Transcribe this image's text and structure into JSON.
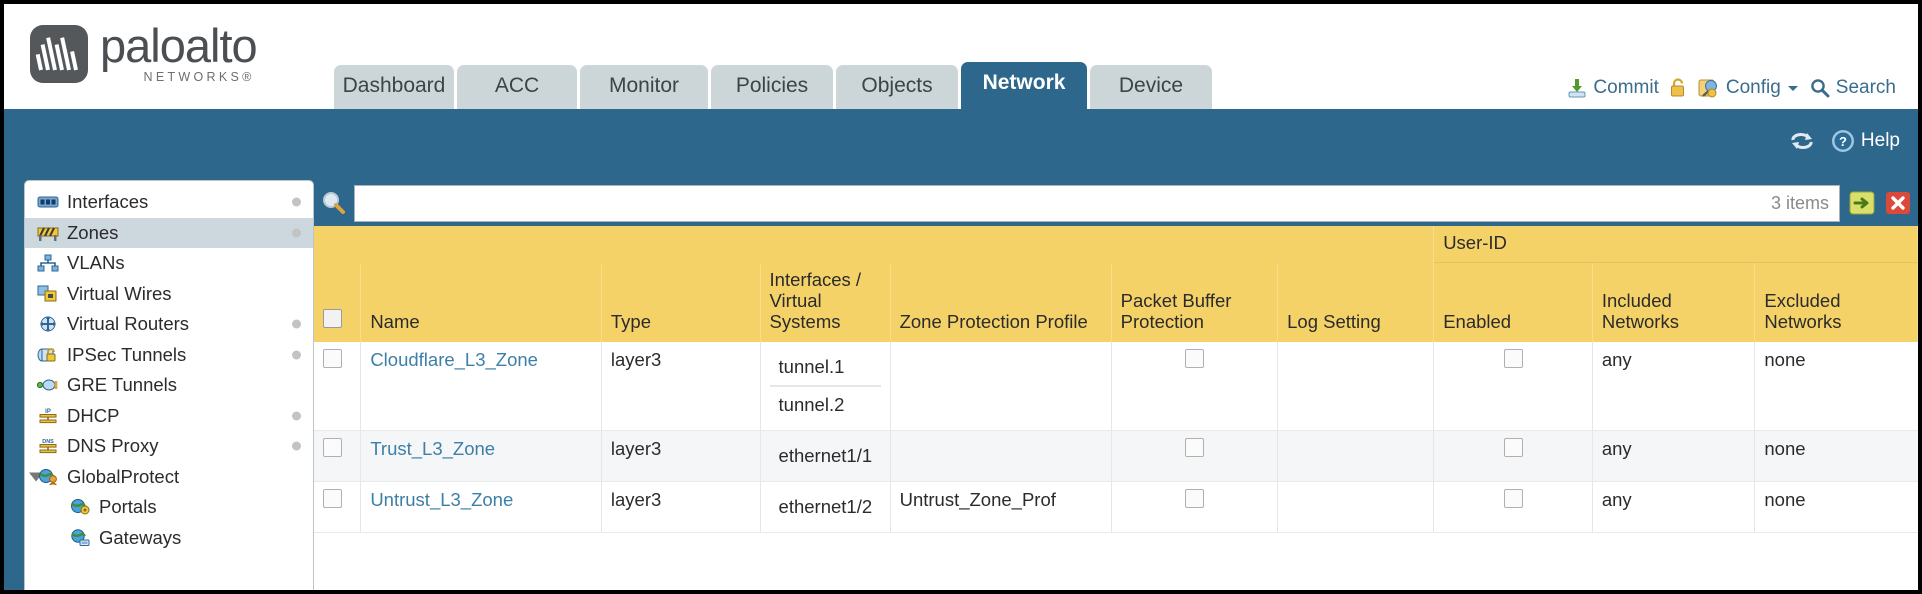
{
  "brand": {
    "name": "paloalto",
    "sub": "NETWORKS®"
  },
  "tabs": [
    {
      "label": "Dashboard",
      "active": false,
      "width": 120
    },
    {
      "label": "ACC",
      "active": false,
      "width": 120
    },
    {
      "label": "Monitor",
      "active": false,
      "width": 128
    },
    {
      "label": "Policies",
      "active": false,
      "width": 122
    },
    {
      "label": "Objects",
      "active": false,
      "width": 122
    },
    {
      "label": "Network",
      "active": true,
      "width": 126
    },
    {
      "label": "Device",
      "active": false,
      "width": 122
    }
  ],
  "top_actions": {
    "commit": "Commit",
    "commit_icon": "commit-save-icon",
    "lock_icon": "lock-icon",
    "config": "Config",
    "config_icon": "config-wrench-icon",
    "config_caret": "chevron-down-icon",
    "search": "Search",
    "search_icon": "search-icon"
  },
  "blue_bar": {
    "refresh_icon": "refresh-icon",
    "help": "Help",
    "help_icon": "help-question-icon"
  },
  "sidebar": {
    "items": [
      {
        "label": "Interfaces",
        "icon": "interfaces-icon",
        "selected": false,
        "dot": true,
        "child": false,
        "twisty": false
      },
      {
        "label": "Zones",
        "icon": "zones-barrier-icon",
        "selected": true,
        "dot": true,
        "child": false,
        "twisty": false
      },
      {
        "label": "VLANs",
        "icon": "vlans-icon",
        "selected": false,
        "dot": false,
        "child": false,
        "twisty": false
      },
      {
        "label": "Virtual Wires",
        "icon": "virtual-wires-icon",
        "selected": false,
        "dot": false,
        "child": false,
        "twisty": false
      },
      {
        "label": "Virtual Routers",
        "icon": "virtual-routers-icon",
        "selected": false,
        "dot": true,
        "child": false,
        "twisty": false
      },
      {
        "label": "IPSec Tunnels",
        "icon": "ipsec-tunnels-icon",
        "selected": false,
        "dot": true,
        "child": false,
        "twisty": false
      },
      {
        "label": "GRE Tunnels",
        "icon": "gre-tunnels-icon",
        "selected": false,
        "dot": false,
        "child": false,
        "twisty": false
      },
      {
        "label": "DHCP",
        "icon": "dhcp-icon",
        "selected": false,
        "dot": true,
        "child": false,
        "twisty": false
      },
      {
        "label": "DNS Proxy",
        "icon": "dns-proxy-icon",
        "selected": false,
        "dot": true,
        "child": false,
        "twisty": false
      },
      {
        "label": "GlobalProtect",
        "icon": "globalprotect-icon",
        "selected": false,
        "dot": false,
        "child": false,
        "twisty": true
      },
      {
        "label": "Portals",
        "icon": "portals-icon",
        "selected": false,
        "dot": false,
        "child": true,
        "twisty": false
      },
      {
        "label": "Gateways",
        "icon": "gateways-icon",
        "selected": false,
        "dot": false,
        "child": true,
        "twisty": false
      }
    ]
  },
  "search": {
    "icon": "search-magnifier-icon",
    "value": "",
    "placeholder": "",
    "items_count": "3 items",
    "apply_icon": "apply-arrow-icon",
    "clear_icon": "clear-x-icon"
  },
  "table": {
    "group_header": {
      "label": "User-ID",
      "span": 3
    },
    "columns": [
      {
        "key": "select",
        "label": "",
        "width": 36
      },
      {
        "key": "name",
        "label": "Name",
        "width": 185
      },
      {
        "key": "type",
        "label": "Type",
        "width": 122
      },
      {
        "key": "ifaces",
        "label": "Interfaces / Virtual Systems",
        "width": 100
      },
      {
        "key": "zpp",
        "label": "Zone Protection Profile",
        "width": 170
      },
      {
        "key": "pbp",
        "label": "Packet Buffer Protection",
        "width": 128
      },
      {
        "key": "log",
        "label": "Log Setting",
        "width": 120
      },
      {
        "key": "enabled",
        "label": "Enabled",
        "width": 122
      },
      {
        "key": "incl",
        "label": "Included Networks",
        "width": 125
      },
      {
        "key": "excl",
        "label": "Excluded Networks",
        "width": 125
      }
    ],
    "rows": [
      {
        "selected": false,
        "name": "Cloudflare_L3_Zone",
        "type": "layer3",
        "interfaces": [
          "tunnel.1",
          "tunnel.2"
        ],
        "zone_protection_profile": "",
        "packet_buffer_protection": false,
        "log_setting": "",
        "userid_enabled": false,
        "included_networks": "any",
        "excluded_networks": "none",
        "alt": false
      },
      {
        "selected": false,
        "name": "Trust_L3_Zone",
        "type": "layer3",
        "interfaces": [
          "ethernet1/1"
        ],
        "zone_protection_profile": "",
        "packet_buffer_protection": false,
        "log_setting": "",
        "userid_enabled": false,
        "included_networks": "any",
        "excluded_networks": "none",
        "alt": true
      },
      {
        "selected": false,
        "name": "Untrust_L3_Zone",
        "type": "layer3",
        "interfaces": [
          "ethernet1/2"
        ],
        "zone_protection_profile": "Untrust_Zone_Prof",
        "packet_buffer_protection": false,
        "log_setting": "",
        "userid_enabled": false,
        "included_networks": "any",
        "excluded_networks": "none",
        "alt": false
      }
    ]
  },
  "colors": {
    "brand_blue": "#2e678c",
    "header_gold": "#f5d268",
    "group_gold": "#dbab36",
    "tab_inactive": "#ccd6d9",
    "link_blue": "#3d7fa8"
  }
}
